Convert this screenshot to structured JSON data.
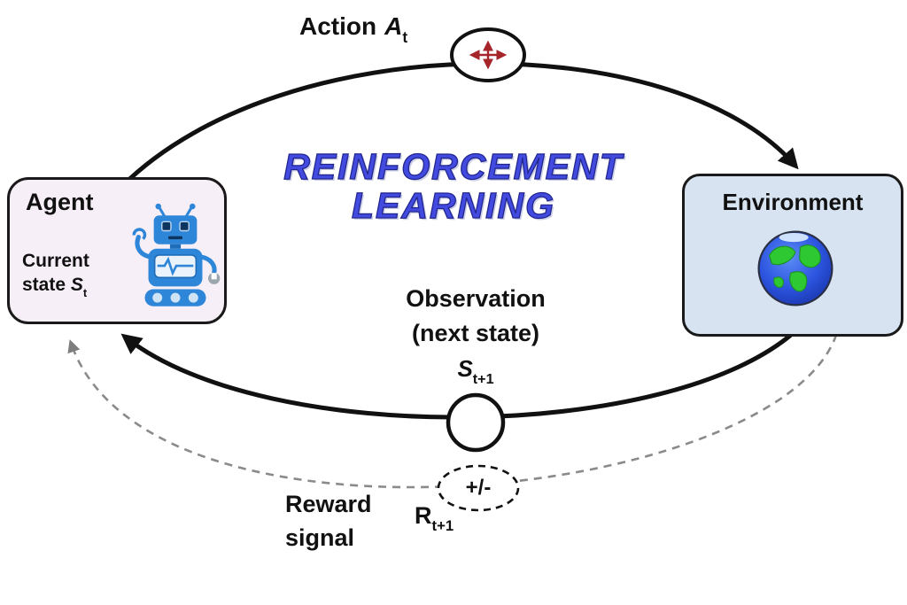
{
  "title": {
    "line1": "REINFORCEMENT",
    "line2": "LEARNING"
  },
  "agent": {
    "label": "Agent",
    "state_prefix": "Current state",
    "state_symbol": "S",
    "state_subscript": "t"
  },
  "environment": {
    "label": "Environment"
  },
  "action": {
    "label": "Action",
    "symbol": "A",
    "subscript": "t"
  },
  "observation": {
    "line1": "Observation",
    "line2": "(next state)",
    "symbol": "S",
    "subscript": "t+1"
  },
  "reward": {
    "line1": "Reward",
    "line2": "signal",
    "symbol": "R",
    "subscript": "t+1",
    "badge": "+/-"
  },
  "icons": {
    "robot": "robot-icon",
    "earth": "earth-icon",
    "action": "move-arrows-icon"
  },
  "colors": {
    "title_blue": "#424ae0",
    "agent_fill": "#f7eff7",
    "environment_fill": "#d7e3f0",
    "arc_black": "#111111",
    "reward_arc_gray": "#8a8a8a",
    "action_arrows_red": "#a5252b",
    "robot_blue": "#2e86d8"
  }
}
